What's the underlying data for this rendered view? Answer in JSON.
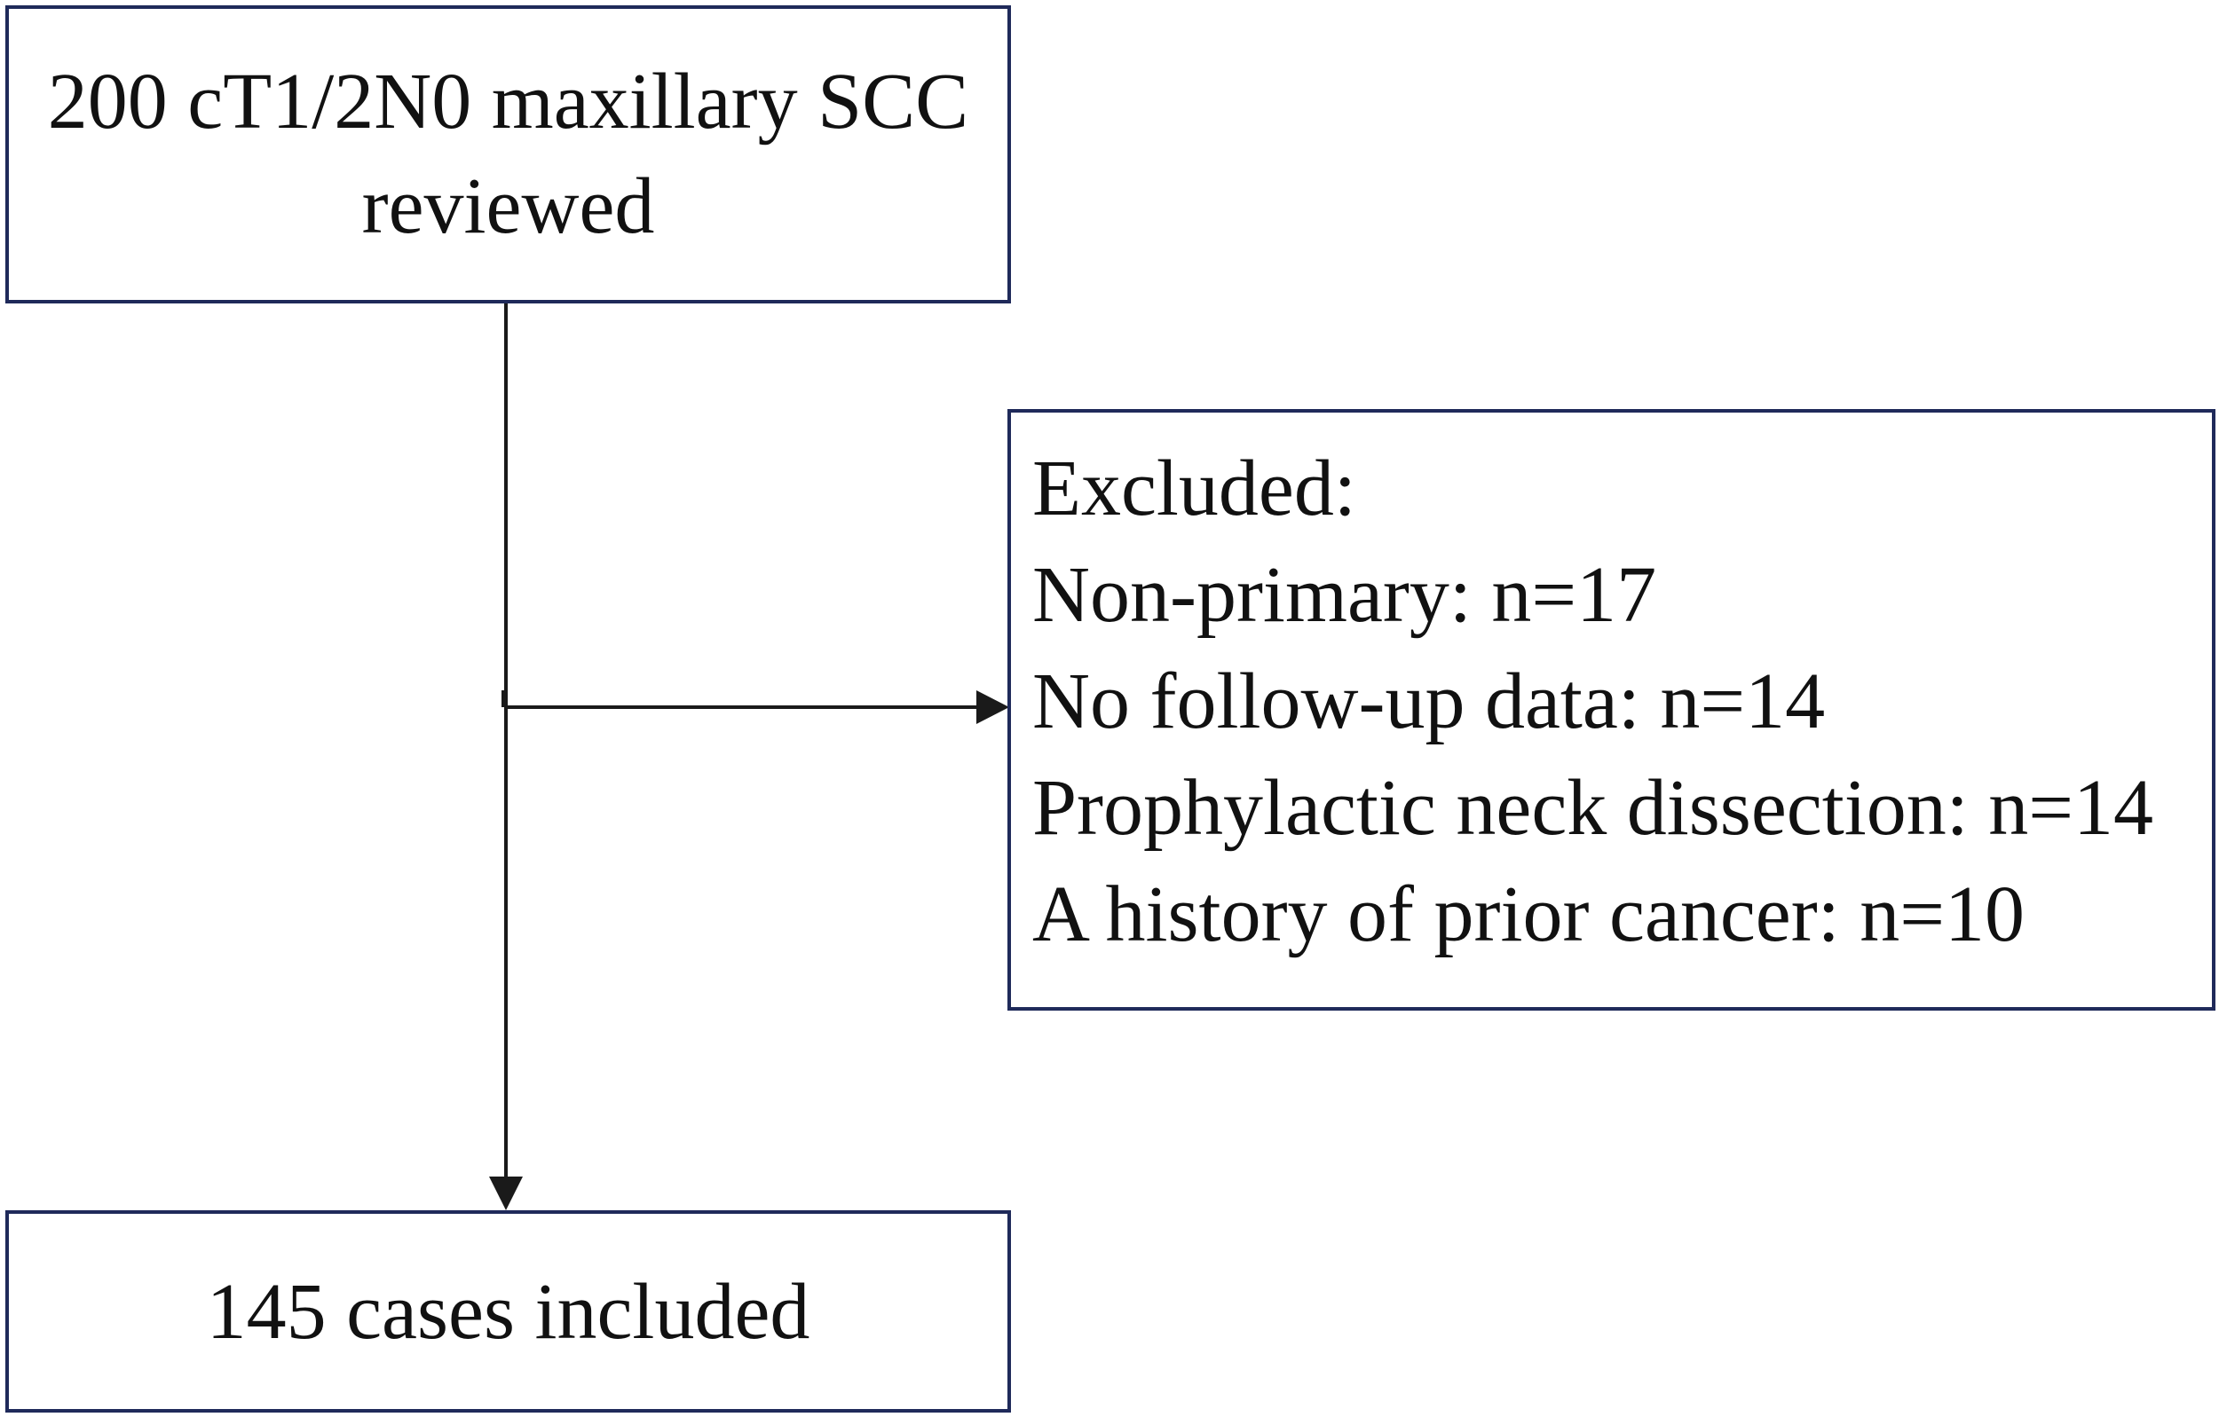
{
  "flowchart": {
    "start_box": {
      "lines": [
        "200 cT1/2N0 maxillary SCC",
        "reviewed"
      ]
    },
    "excluded_box": {
      "heading": "Excluded:",
      "items": [
        "Non-primary: n=17",
        "No follow-up data: n=14",
        "Prophylactic neck dissection: n=14",
        "A history of prior cancer: n=10"
      ]
    },
    "result_box": {
      "label": "145 cases included"
    }
  }
}
